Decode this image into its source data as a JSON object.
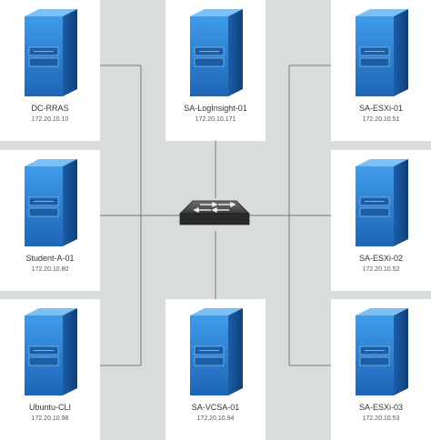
{
  "nodes": [
    {
      "name": "DC-RRAS",
      "ip": "172.20.10.10"
    },
    {
      "name": "SA-LogInsight-01",
      "ip": "172.20.10.171"
    },
    {
      "name": "SA-ESXi-01",
      "ip": "172.20.10.51"
    },
    {
      "name": "Student-A-01",
      "ip": "172.20.10.80"
    },
    {
      "name": "SA-ESXi-02",
      "ip": "172.20.10.52"
    },
    {
      "name": "Ubuntu-CLI",
      "ip": "172.20.10.98"
    },
    {
      "name": "SA-VCSA-01",
      "ip": "172.20.10.94"
    },
    {
      "name": "SA-ESXi-03",
      "ip": "172.20.10.53"
    }
  ],
  "icons": {
    "server": "server-tower-icon",
    "switch": "network-switch-icon"
  },
  "colors": {
    "background": "#d9dcdc",
    "card": "#ffffff",
    "server_blue": "#2a7fcf",
    "line": "#7a7a7a"
  }
}
